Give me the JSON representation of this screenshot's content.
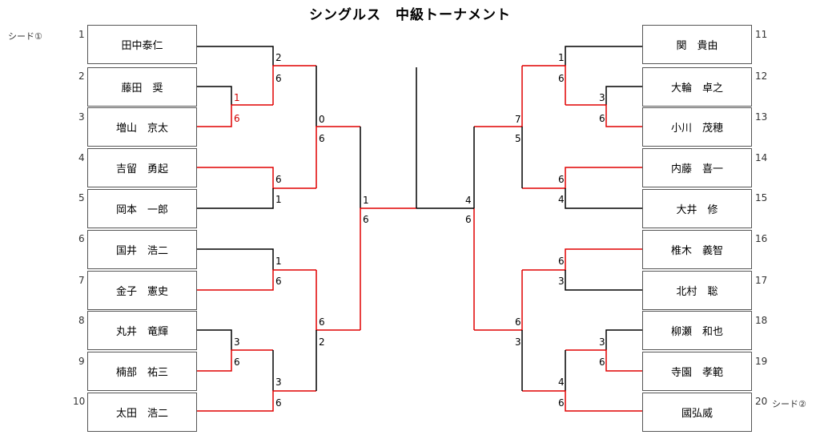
{
  "title": "シングルス　中級トーナメント",
  "colors": {
    "winner_line": "#e00000",
    "line": "#000000"
  },
  "seed_labels": {
    "left": "シード①",
    "right": "シード②"
  },
  "left_players": [
    {
      "num": "1",
      "name": "田中泰仁"
    },
    {
      "num": "2",
      "name": "藤田　奨"
    },
    {
      "num": "3",
      "name": "増山　京太"
    },
    {
      "num": "4",
      "name": "吉留　勇起"
    },
    {
      "num": "5",
      "name": "岡本　一郎"
    },
    {
      "num": "6",
      "name": "国井　浩二"
    },
    {
      "num": "7",
      "name": "金子　憲史"
    },
    {
      "num": "8",
      "name": "丸井　竜輝"
    },
    {
      "num": "9",
      "name": "楠部　祐三"
    },
    {
      "num": "10",
      "name": "太田　浩二"
    }
  ],
  "right_players": [
    {
      "num": "11",
      "name": "関　貴由"
    },
    {
      "num": "12",
      "name": "大輪　卓之"
    },
    {
      "num": "13",
      "name": "小川　茂穂"
    },
    {
      "num": "14",
      "name": "内藤　喜一"
    },
    {
      "num": "15",
      "name": "大井　修"
    },
    {
      "num": "16",
      "name": "椎木　義智"
    },
    {
      "num": "17",
      "name": "北村　聡"
    },
    {
      "num": "18",
      "name": "柳瀬　和也"
    },
    {
      "num": "19",
      "name": "寺園　孝範"
    },
    {
      "num": "20",
      "name": "國弘威"
    }
  ],
  "scores": {
    "l_r1_23": [
      "1",
      "6"
    ],
    "l_r1_89": [
      "3",
      "6"
    ],
    "l_r2_a": [
      "2",
      "6"
    ],
    "l_r2_b": [
      "6",
      "1"
    ],
    "l_r2_c": [
      "1",
      "6"
    ],
    "l_r2_d": [
      "3",
      "6"
    ],
    "l_r3_a": [
      "0",
      "6"
    ],
    "l_r3_b": [
      "6",
      "2"
    ],
    "l_final": [
      "1",
      "6"
    ],
    "r_r1_1213": [
      "3",
      "6"
    ],
    "r_r1_1819": [
      "3",
      "6"
    ],
    "r_r2_a": [
      "1",
      "6"
    ],
    "r_r2_b": [
      "6",
      "4"
    ],
    "r_r2_c": [
      "6",
      "3"
    ],
    "r_r2_d": [
      "4",
      "6"
    ],
    "r_r3_a": [
      "7",
      "5"
    ],
    "r_r3_b": [
      "6",
      "3"
    ],
    "r_final": [
      "4",
      "6"
    ]
  }
}
